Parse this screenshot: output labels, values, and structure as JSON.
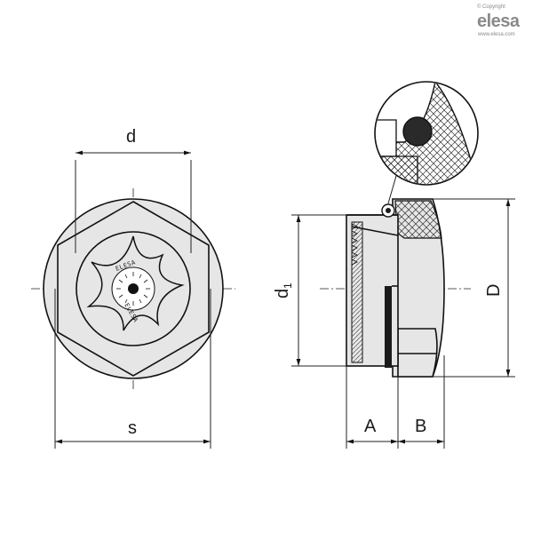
{
  "brand": {
    "copyright": "© Copyright",
    "logo": "elesa",
    "website": "www.elesa.com"
  },
  "front_view": {
    "dim_d": "d",
    "dim_s": "s",
    "engraving": "ELESA"
  },
  "side_view": {
    "dim_d1_main": "d",
    "dim_d1_sub": "1",
    "dim_D": "D",
    "dim_A": "A",
    "dim_B": "B"
  }
}
